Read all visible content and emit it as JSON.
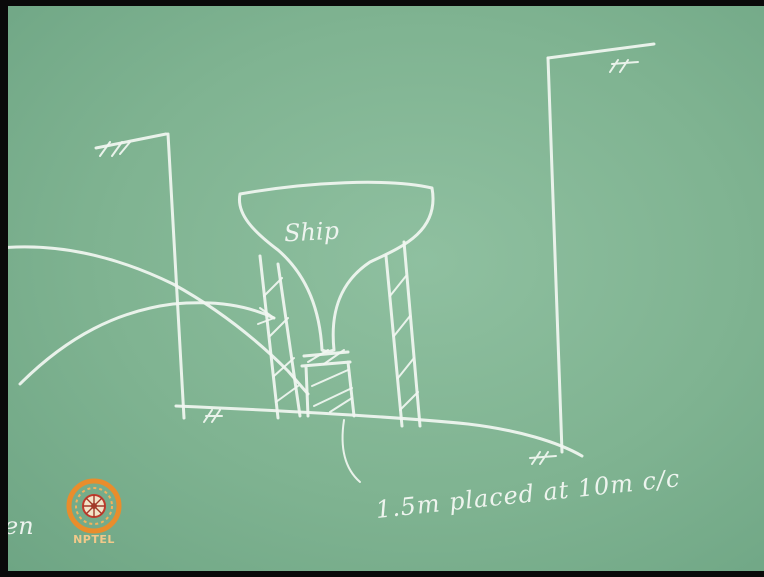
{
  "board": {
    "ship_label": "Ship",
    "annotation": "1.5m placed at 10m c/c",
    "edge_text": "en"
  },
  "logo": {
    "text": "NPTEL"
  },
  "colors": {
    "board_green": "#7fb391",
    "chalk": "#f1f6f1",
    "logo_orange": "#e98d2c"
  }
}
